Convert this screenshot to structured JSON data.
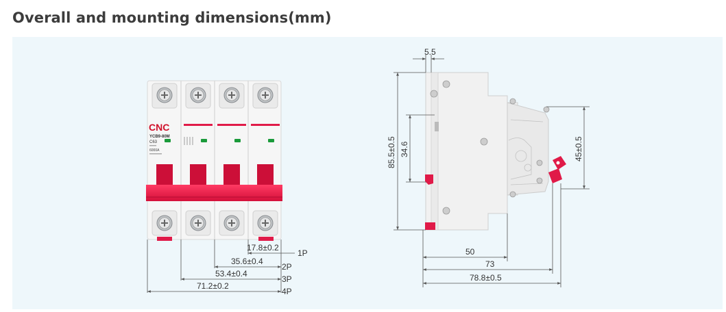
{
  "title": "Overall and mounting dimensions(mm)",
  "colors": {
    "panel": "#eef7fb",
    "brand_red": "#e01a48",
    "body": "#f4f4f4",
    "dim_line": "#555555",
    "logo": "#d0102a"
  },
  "product": {
    "brand": "CNC",
    "model": "YCB9-80M",
    "rating": "C63",
    "breaking_capacity": "6000A"
  },
  "front_view": {
    "widths": [
      {
        "value": "17.8±0.2",
        "poles": "1P"
      },
      {
        "value": "35.6±0.4",
        "poles": "2P"
      },
      {
        "value": "53.4±0.4",
        "poles": "3P"
      },
      {
        "value": "71.2±0.2",
        "poles": "4P"
      }
    ]
  },
  "side_view": {
    "top_offset": "5.5",
    "height": "85.5±0.5",
    "rail_height": "34.6",
    "terminal_height": "45±0.5",
    "depths": [
      "50",
      "73",
      "78.8±0.5"
    ]
  }
}
